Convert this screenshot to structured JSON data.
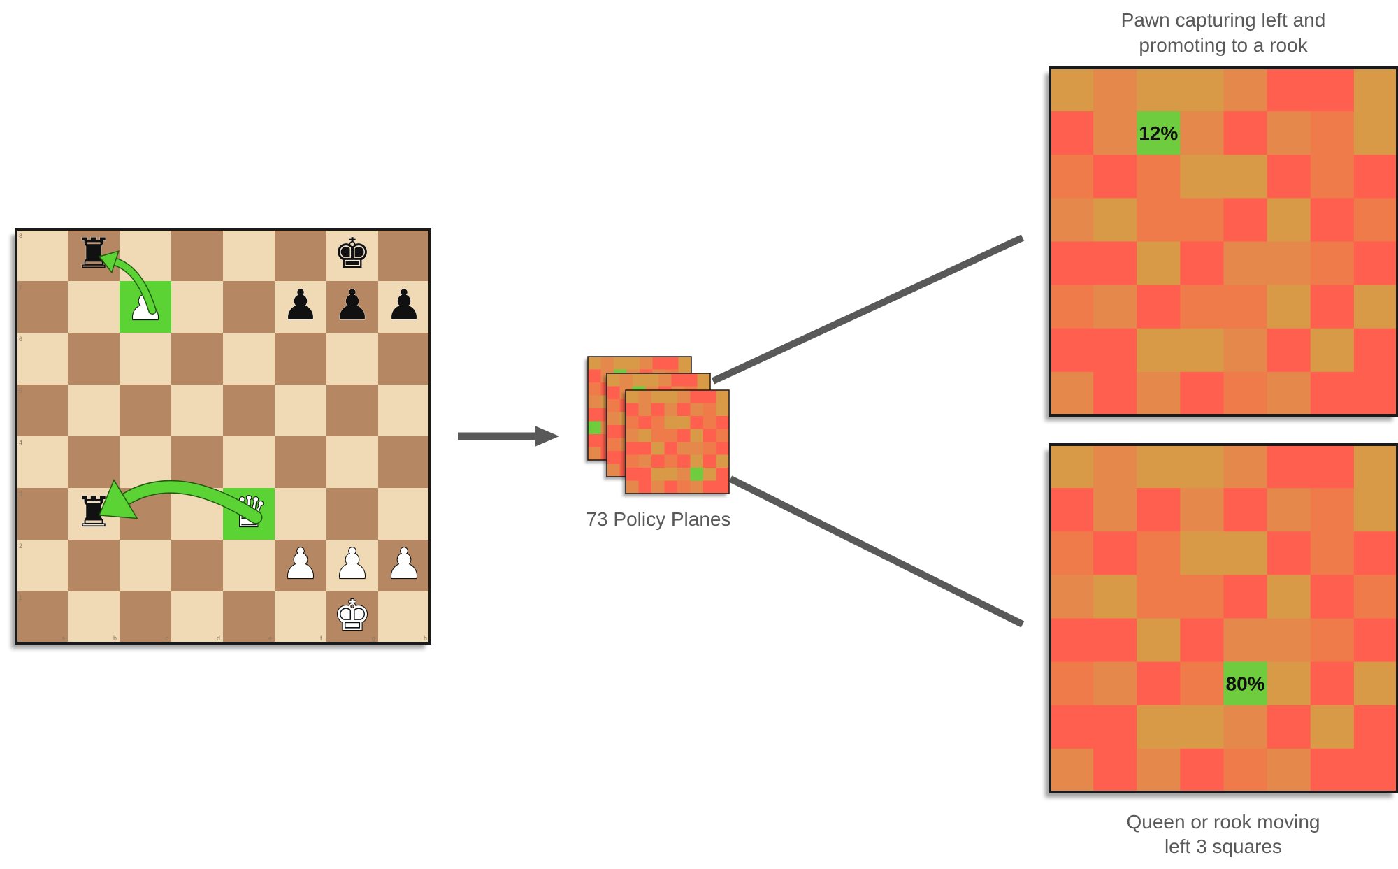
{
  "board": {
    "files": [
      "a",
      "b",
      "c",
      "d",
      "e",
      "f",
      "g",
      "h"
    ],
    "ranks": [
      "8",
      "7",
      "6",
      "5",
      "4",
      "3",
      "2",
      "1"
    ],
    "light_color": "#f0d9b5",
    "dark_color": "#b58863",
    "highlight_color": "#5cd335",
    "highlighted_squares": [
      "c7",
      "e3"
    ],
    "pieces": [
      {
        "square": "b8",
        "piece": "rook",
        "color": "black"
      },
      {
        "square": "g8",
        "piece": "king",
        "color": "black"
      },
      {
        "square": "c7",
        "piece": "pawn",
        "color": "white"
      },
      {
        "square": "f7",
        "piece": "pawn",
        "color": "black"
      },
      {
        "square": "g7",
        "piece": "pawn",
        "color": "black"
      },
      {
        "square": "h7",
        "piece": "pawn",
        "color": "black"
      },
      {
        "square": "b3",
        "piece": "rook",
        "color": "black"
      },
      {
        "square": "e3",
        "piece": "queen",
        "color": "white"
      },
      {
        "square": "f2",
        "piece": "pawn",
        "color": "white"
      },
      {
        "square": "g2",
        "piece": "pawn",
        "color": "white"
      },
      {
        "square": "h2",
        "piece": "pawn",
        "color": "white"
      },
      {
        "square": "g1",
        "piece": "king",
        "color": "white"
      }
    ],
    "moves": [
      {
        "from": "c7",
        "to": "b8",
        "name": "pawn-capture-promotion"
      },
      {
        "from": "e3",
        "to": "b3",
        "name": "queen-move-left"
      }
    ]
  },
  "stack": {
    "caption": "73 Policy Planes"
  },
  "panels": [
    {
      "label_lines": [
        "Pawn capturing left and",
        "promoting to a rook"
      ],
      "label_position": "top",
      "highlight": {
        "row": 1,
        "col": 2,
        "text": "12%"
      },
      "grid": [
        [
          "c",
          "d",
          "c",
          "c",
          "d",
          "a",
          "a",
          "c"
        ],
        [
          "a",
          "d",
          "g",
          "d",
          "a",
          "d",
          "b",
          "c"
        ],
        [
          "b",
          "a",
          "b",
          "c",
          "c",
          "a",
          "b",
          "a"
        ],
        [
          "d",
          "c",
          "b",
          "b",
          "a",
          "c",
          "a",
          "b"
        ],
        [
          "a",
          "a",
          "c",
          "a",
          "d",
          "d",
          "b",
          "a"
        ],
        [
          "b",
          "d",
          "a",
          "b",
          "b",
          "c",
          "a",
          "c"
        ],
        [
          "a",
          "a",
          "c",
          "c",
          "d",
          "a",
          "c",
          "a"
        ],
        [
          "d",
          "a",
          "d",
          "a",
          "b",
          "d",
          "a",
          "a"
        ]
      ]
    },
    {
      "label_lines": [
        "Queen or rook moving",
        "left 3 squares"
      ],
      "label_position": "bottom",
      "highlight": {
        "row": 5,
        "col": 4,
        "text": "80%"
      },
      "grid": [
        [
          "c",
          "d",
          "c",
          "c",
          "d",
          "a",
          "a",
          "c"
        ],
        [
          "a",
          "d",
          "a",
          "d",
          "a",
          "d",
          "b",
          "c"
        ],
        [
          "b",
          "a",
          "b",
          "c",
          "c",
          "a",
          "b",
          "a"
        ],
        [
          "d",
          "c",
          "b",
          "b",
          "a",
          "c",
          "a",
          "b"
        ],
        [
          "a",
          "a",
          "c",
          "a",
          "d",
          "d",
          "b",
          "a"
        ],
        [
          "b",
          "d",
          "a",
          "b",
          "g",
          "c",
          "a",
          "c"
        ],
        [
          "a",
          "a",
          "c",
          "c",
          "d",
          "a",
          "c",
          "a"
        ],
        [
          "d",
          "a",
          "d",
          "a",
          "b",
          "d",
          "a",
          "a"
        ]
      ]
    }
  ],
  "heat_colors": {
    "a": "#ff5f4e",
    "b": "#ef7a4a",
    "c": "#d99a47",
    "d": "#e4884b",
    "g": "#6ecc3e"
  },
  "colors": {
    "arrow": "#5cd335",
    "connector": "#595959",
    "border": "#1a1a1a"
  }
}
